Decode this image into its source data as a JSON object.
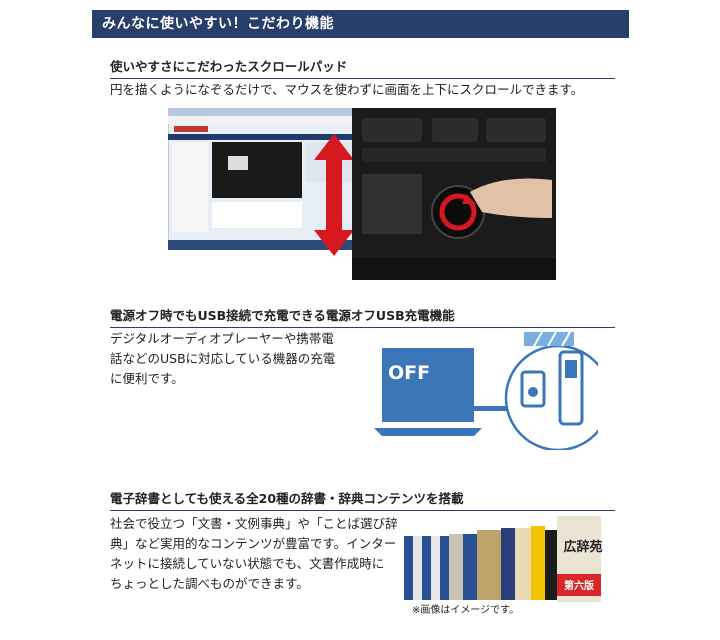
{
  "header": {
    "title": "みんなに使いやすい！こだわり機能"
  },
  "section1": {
    "title": "使いやすさにこだわったスクロールパッド",
    "body": "円を描くようになぞるだけで、マウスを使わずに画面を上下にスクロールできます。"
  },
  "section2": {
    "title": "電源オフ時でもUSB接続で充電できる電源オフUSB充電機能",
    "body_lines": [
      "デジタルオーディオプレーヤーや携帯電",
      "話などのUSBに対応している機器の充電",
      "に便利です。"
    ],
    "laptop_screen_text": "OFF"
  },
  "section3": {
    "title": "電子辞書としても使える全20種の辞書・辞典コンテンツを搭載",
    "body_lines": [
      "社会で役立つ「文書・文例事典」や「ことば選び辞",
      "典」など実用的なコンテンツが豊富です。インター",
      "ネットに接続していない状態でも、文書作成時に",
      "ちょっとした調べものができます。"
    ],
    "caption": "※画像はイメージです。",
    "book_title": "広辞苑",
    "book_edition": "第六版"
  },
  "colors": {
    "header_bg": "#283e6b",
    "accent_blue": "#3b77b8",
    "red_arrow": "#d7181f"
  }
}
